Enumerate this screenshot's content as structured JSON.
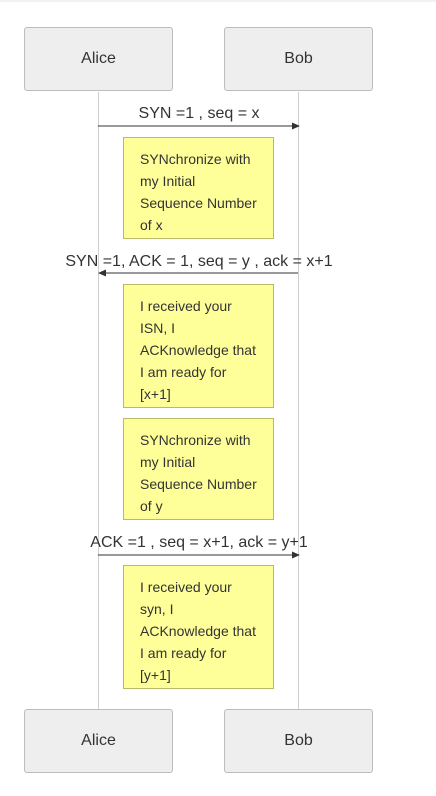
{
  "participants": {
    "alice": "Alice",
    "bob": "Bob"
  },
  "messages": [
    {
      "label": "SYN =1  ,  seq = x",
      "direction": "right"
    },
    {
      "label": "SYN =1, ACK = 1, seq = y , ack = x+1",
      "direction": "left"
    },
    {
      "label": "ACK =1 , seq = x+1, ack = y+1",
      "direction": "right"
    }
  ],
  "notes": [
    {
      "lines": [
        "SYNchronize with",
        "my Initial",
        "Sequence Number",
        "of x"
      ]
    },
    {
      "lines": [
        "I received your",
        "ISN, I",
        "ACKnowledge that",
        "I am ready for",
        "[x+1]"
      ]
    },
    {
      "lines": [
        "SYNchronize with",
        "my Initial",
        "Sequence Number",
        "of y"
      ]
    },
    {
      "lines": [
        "I received your",
        "syn, I",
        "ACKnowledge that",
        "I am ready for",
        "[y+1]"
      ]
    }
  ],
  "colors": {
    "actor_fill": "#eeeeee",
    "actor_border": "#bdbdbd",
    "note_fill": "#ffff99",
    "note_border": "#b9b96a",
    "arrow": "#333333",
    "lifeline": "#cfcfcf"
  }
}
